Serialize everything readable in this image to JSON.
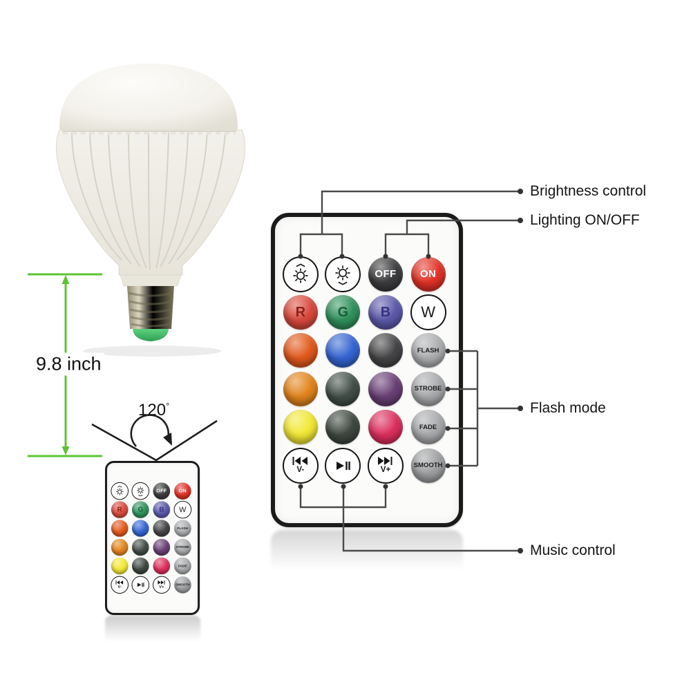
{
  "product": {
    "bulb": {
      "height_label": "9.8 inch",
      "beam_angle_value": "120",
      "beam_angle_unit": "°"
    },
    "callouts": {
      "brightness": "Brightness control",
      "lighting": "Lighting ON/OFF",
      "flash": "Flash mode",
      "music": "Music control"
    }
  },
  "remote": {
    "buttons": [
      {
        "name": "brightness-up",
        "icon": "sun-brightness-up",
        "bg": "#ffffff"
      },
      {
        "name": "brightness-down",
        "icon": "sun-brightness-down",
        "bg": "#ffffff"
      },
      {
        "name": "off",
        "label": "OFF",
        "bg": "#3d3c3e",
        "fg": "#ffffff"
      },
      {
        "name": "on",
        "label": "ON",
        "bg": "#e23227",
        "fg": "#ffffff"
      },
      {
        "name": "red",
        "label": "R",
        "bg": "#d9493d",
        "fg": "#8e1f15"
      },
      {
        "name": "green",
        "label": "G",
        "bg": "#31915c",
        "fg": "#17603a"
      },
      {
        "name": "blue",
        "label": "B",
        "bg": "#5c59aa",
        "fg": "#37347f"
      },
      {
        "name": "white",
        "label": "W",
        "bg": "#ffffff",
        "fg": "#1a1a1a"
      },
      {
        "name": "color-orange-red",
        "bg": "#e2591d"
      },
      {
        "name": "color-royal-blue",
        "bg": "#3565d2"
      },
      {
        "name": "color-charcoal",
        "bg": "#454547"
      },
      {
        "name": "flash",
        "label": "FLASH",
        "bg": "#aeafb1",
        "fg": "#1e1e1e"
      },
      {
        "name": "color-orange",
        "bg": "#e2841d"
      },
      {
        "name": "color-dark-slate",
        "bg": "#424e47"
      },
      {
        "name": "color-purple",
        "bg": "#693f75"
      },
      {
        "name": "strobe",
        "label": "STROBE",
        "bg": "#a9aaac",
        "fg": "#1e1e1e"
      },
      {
        "name": "color-yellow",
        "bg": "#f2e835"
      },
      {
        "name": "color-dark-green",
        "bg": "#3e4840"
      },
      {
        "name": "color-crimson",
        "bg": "#dd2f5e"
      },
      {
        "name": "fade",
        "label": "FADE",
        "bg": "#a9aaac",
        "fg": "#1e1e1e"
      },
      {
        "name": "previous-volume-down",
        "icon": "previous-track",
        "label": "V-",
        "bg": "#ffffff"
      },
      {
        "name": "play-pause",
        "icon": "play-pause",
        "bg": "#ffffff"
      },
      {
        "name": "next-volume-up",
        "icon": "next-track",
        "label": "V+",
        "bg": "#ffffff"
      },
      {
        "name": "smooth",
        "label": "SMOOTH",
        "bg": "#9fa0a2",
        "fg": "#1e1e1e"
      }
    ]
  },
  "ui_colors": {
    "measurement_green": "#5cc433",
    "callout_line": "#4a4a4a",
    "label_text": "#141414",
    "remote_border": "#1b1b1b"
  }
}
